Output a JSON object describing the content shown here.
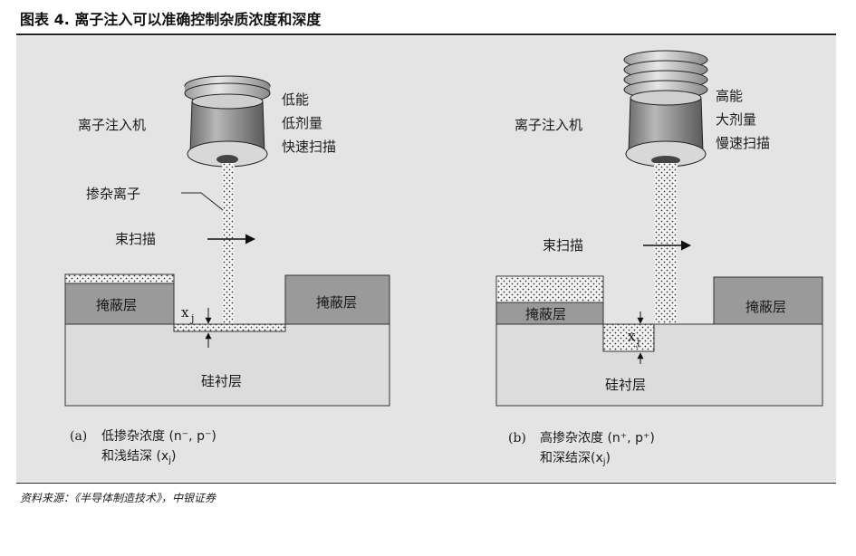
{
  "figure": {
    "title": "图表 4. 离子注入可以准确控制杂质浓度和深度",
    "source": "资料来源：《半导体制造技术》，中银证券"
  },
  "panel_a": {
    "implanter_label": "离子注入机",
    "conditions": [
      "低能",
      "低剂量",
      "快速扫描"
    ],
    "dopant_label": "掺杂离子",
    "scan_label": "束扫描",
    "mask_left": "掩蔽层",
    "mask_right": "掩蔽层",
    "substrate": "硅衬层",
    "junction_symbol": "x",
    "junction_sub": "j",
    "caption_tag": "(a)",
    "caption_line1": "低掺杂浓度 (n⁻, p⁻)",
    "caption_line2": "和浅结深 (x",
    "caption_sub": "j",
    "caption_close": ")"
  },
  "panel_b": {
    "implanter_label": "离子注入机",
    "conditions": [
      "高能",
      "大剂量",
      "慢速扫描"
    ],
    "scan_label": "束扫描",
    "mask_left": "掩蔽层",
    "mask_right": "掩蔽层",
    "substrate": "硅衬层",
    "junction_symbol": "x",
    "junction_sub": "j",
    "caption_tag": "(b)",
    "caption_line1": "高掺杂浓度 (n⁺, p⁺)",
    "caption_line2": "和深结深(x",
    "caption_sub": "j",
    "caption_close": ")"
  },
  "colors": {
    "background": "#e4e4e4",
    "mask": "#9a9a9a",
    "substrate": "#dcdcdc",
    "implanter_body": "#8c8c8c",
    "outline": "#222222"
  }
}
